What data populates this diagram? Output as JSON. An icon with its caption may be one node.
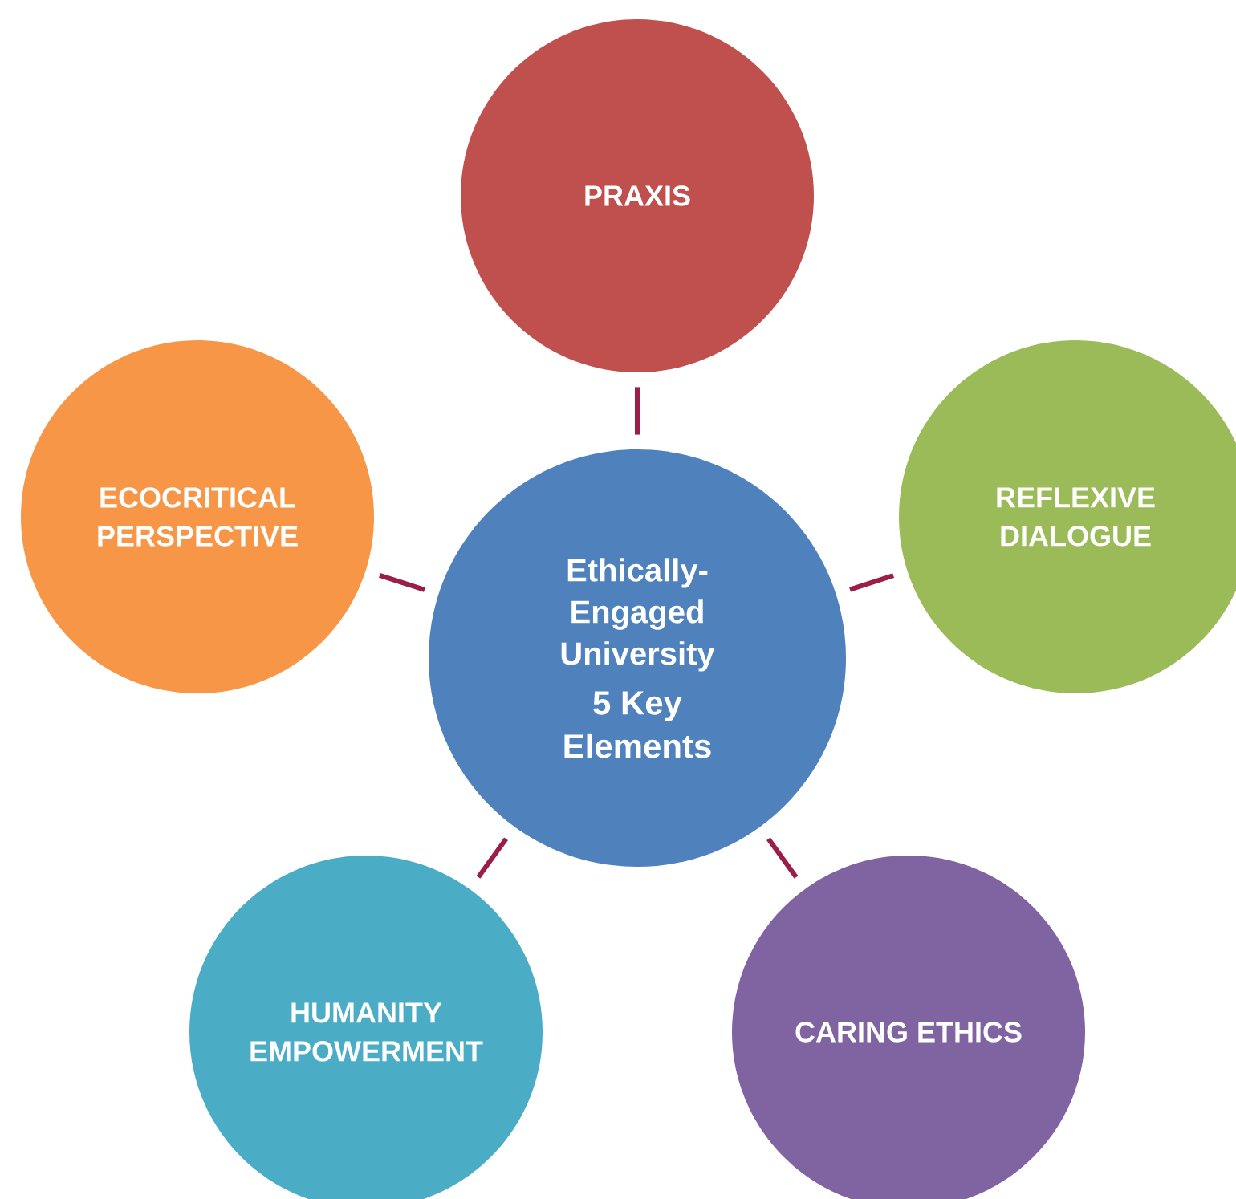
{
  "diagram": {
    "nodes": [
      {
        "text": [
          "Ethically-Engaged University",
          "5 Key Elements"
        ]
      },
      {
        "text": [
          "PRAXIS"
        ]
      },
      {
        "text": [
          "REFLEXIVE DIALOGUE"
        ]
      },
      {
        "text": [
          "CARING ETHICS"
        ]
      },
      {
        "text": [
          "HUMANITY EMPOWERMENT"
        ]
      },
      {
        "text": [
          "ECOCRITICAL PERSPECTIVE"
        ]
      }
    ],
    "edges": [
      {
        "from": 0,
        "to": 1,
        "arrow": "none"
      },
      {
        "from": 0,
        "to": 2,
        "arrow": "none"
      },
      {
        "from": 0,
        "to": 3,
        "arrow": "none"
      },
      {
        "from": 0,
        "to": 4,
        "arrow": "none"
      },
      {
        "from": 0,
        "to": 5,
        "arrow": "none"
      }
    ]
  }
}
